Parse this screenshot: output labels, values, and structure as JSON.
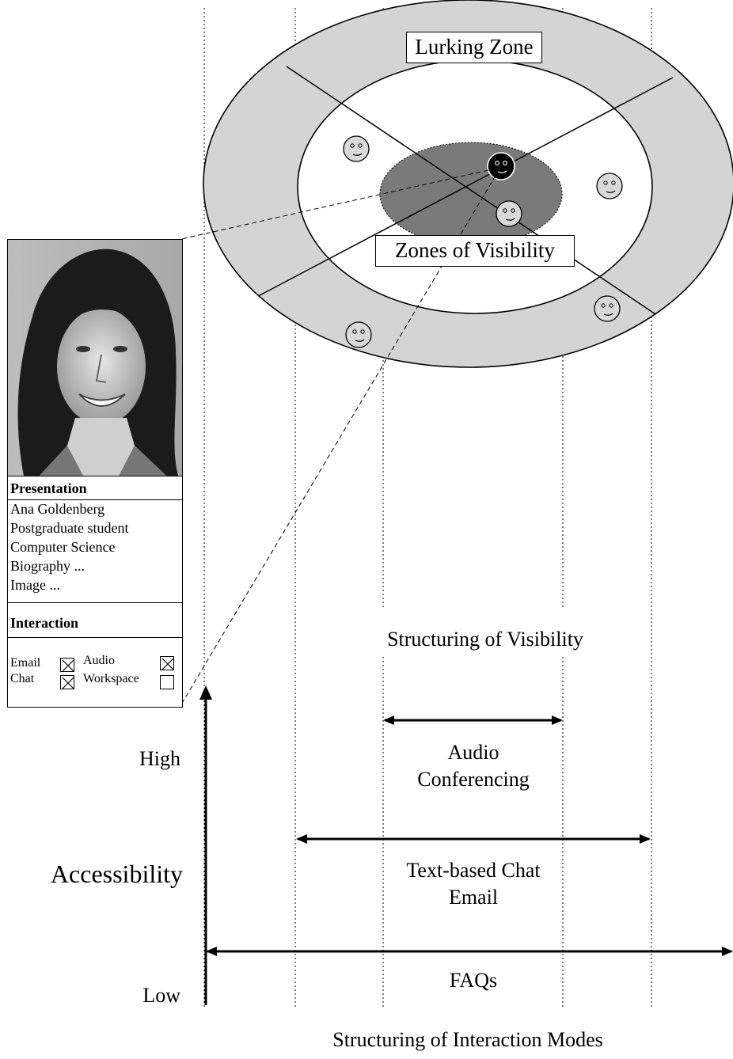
{
  "zones": {
    "lurking_label": "Lurking Zone",
    "visibility_label": "Zones of Visibility"
  },
  "profile": {
    "presentation_heading": "Presentation",
    "lines": [
      "Ana Goldenberg",
      "Postgraduate student",
      "Computer Science",
      "Biography ...",
      "Image ..."
    ],
    "interaction_heading": "Interaction",
    "options": [
      {
        "label": "Email",
        "checked": true
      },
      {
        "label": "Chat",
        "checked": true
      },
      {
        "label": "Audio",
        "checked": true
      },
      {
        "label": "Workspace",
        "checked": false
      }
    ]
  },
  "section_titles": {
    "visibility": "Structuring of Visibility",
    "interaction_modes": "Structuring of Interaction Modes"
  },
  "axis": {
    "label": "Accessibility",
    "high": "High",
    "low": "Low"
  },
  "modes": {
    "audio": [
      "Audio",
      "Conferencing"
    ],
    "chat": [
      "Text-based Chat",
      "Email"
    ],
    "faq": "FAQs"
  },
  "colors": {
    "outer_ring": "#d4d4d4",
    "inner_disc": "#7a7a7a",
    "face_fill": "#d9d9d9",
    "highlight_face": "#000000"
  }
}
